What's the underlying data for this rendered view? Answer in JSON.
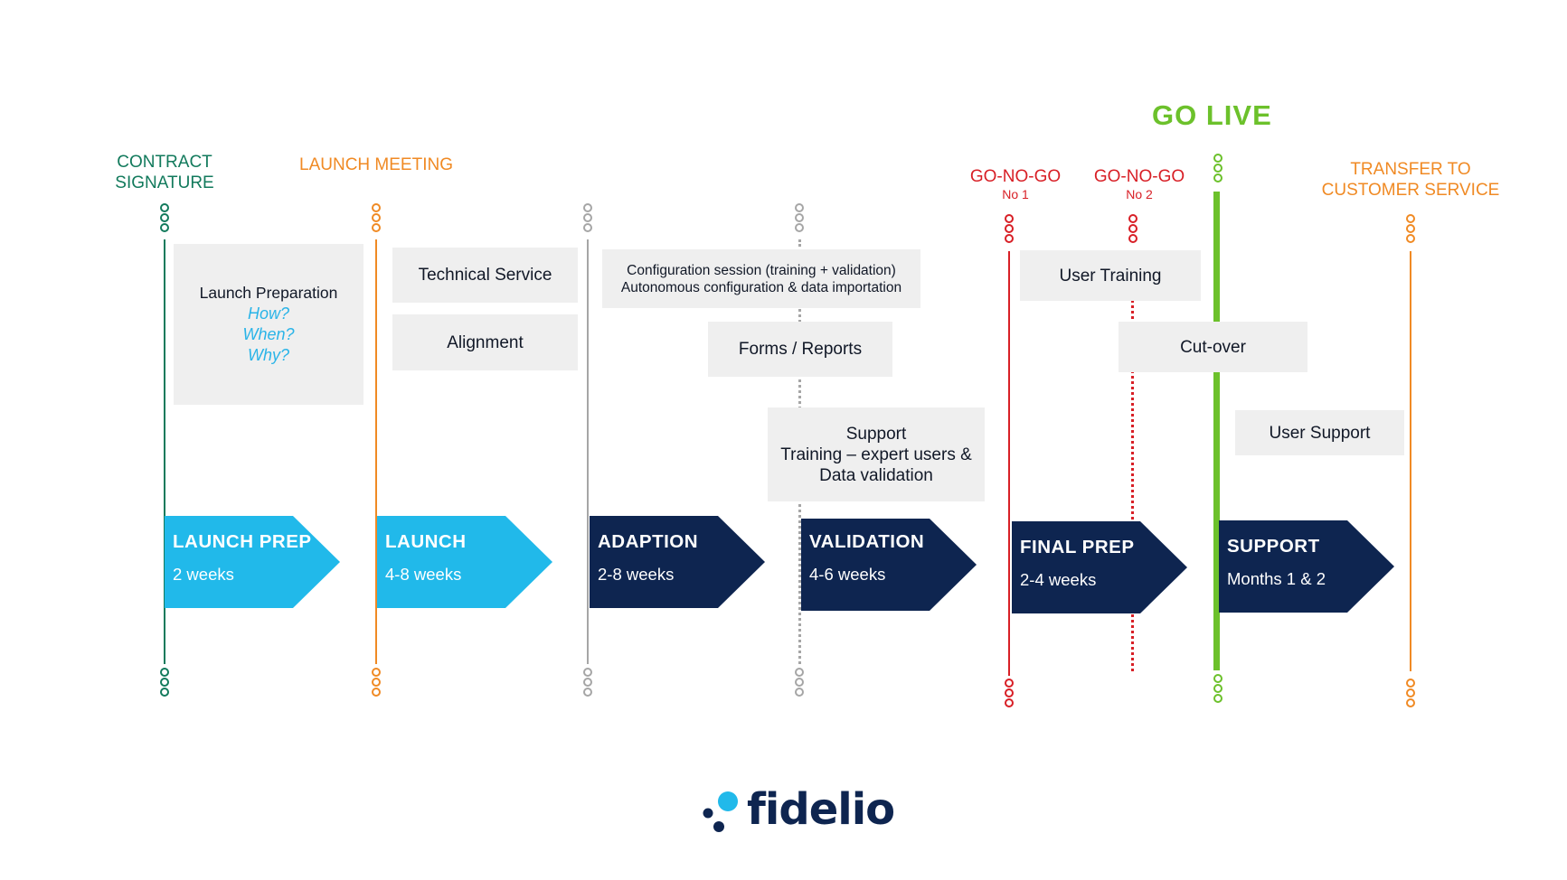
{
  "colors": {
    "teal": "#127a5c",
    "orange": "#f08a24",
    "gray": "#a6a6a6",
    "red": "#d81f26",
    "green": "#6cc12b",
    "light_blue": "#21b9ea",
    "navy": "#0e2550",
    "box_bg": "#efefef"
  },
  "milestones": {
    "contract_signature": {
      "line1": "CONTRACT",
      "line2": "SIGNATURE"
    },
    "launch_meeting": {
      "line1": "LAUNCH MEETING"
    },
    "go_no_go_1": {
      "line1": "GO-NO-GO",
      "sub": "No 1"
    },
    "go_no_go_2": {
      "line1": "GO-NO-GO",
      "sub": "No 2"
    },
    "go_live": {
      "label": "GO LIVE"
    },
    "transfer": {
      "line1": "TRANSFER TO",
      "line2": "CUSTOMER SERVICE"
    }
  },
  "boxes": {
    "launch_preparation": {
      "title": "Launch Preparation",
      "q1": "How?",
      "q2": "When?",
      "q3": "Why?"
    },
    "technical_service": {
      "title": "Technical Service"
    },
    "alignment": {
      "title": "Alignment"
    },
    "configuration": {
      "line1": "Configuration session (training + validation)",
      "line2": "Autonomous configuration & data importation"
    },
    "forms_reports": {
      "title": "Forms / Reports"
    },
    "support_training": {
      "line1": "Support",
      "line2": "Training – expert users &",
      "line3": "Data validation"
    },
    "user_training": {
      "title": "User Training"
    },
    "cut_over": {
      "title": "Cut-over"
    },
    "user_support": {
      "title": "User Support"
    }
  },
  "phases": [
    {
      "name": "LAUNCH PREP",
      "duration": "2 weeks",
      "style": "light"
    },
    {
      "name": "LAUNCH",
      "duration": "4-8 weeks",
      "style": "light"
    },
    {
      "name": "ADAPTION",
      "duration": "2-8 weeks",
      "style": "dark"
    },
    {
      "name": "VALIDATION",
      "duration": "4-6 weeks",
      "style": "dark"
    },
    {
      "name": "FINAL PREP",
      "duration": "2-4 weeks",
      "style": "dark"
    },
    {
      "name": "SUPPORT",
      "duration": "Months 1 & 2",
      "style": "dark"
    }
  ],
  "logo": {
    "text": "fidelio",
    "icon": "fidelio-dots-icon"
  }
}
